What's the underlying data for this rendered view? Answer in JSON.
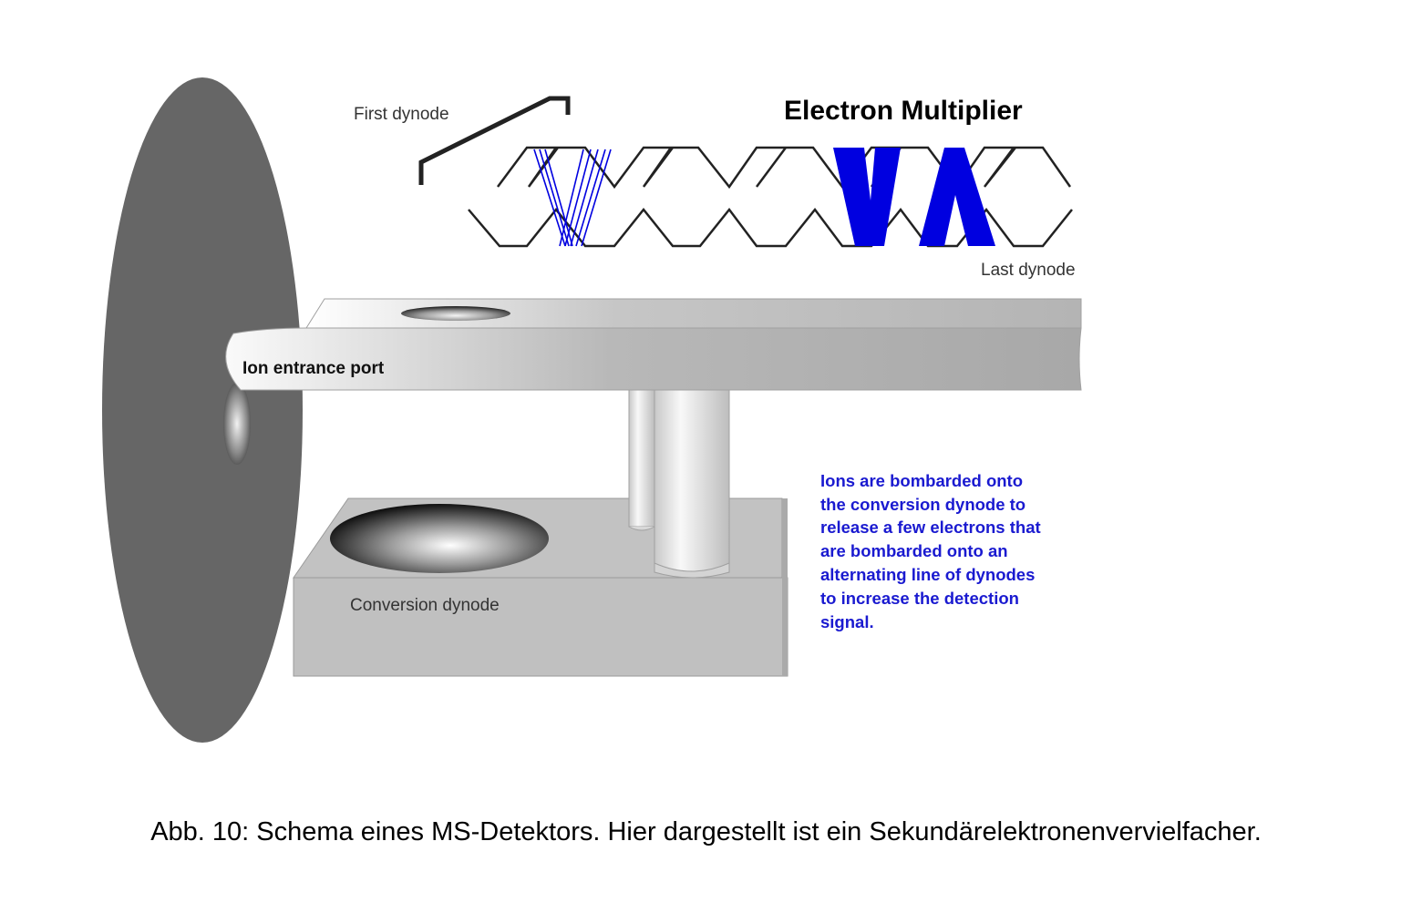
{
  "labels": {
    "title": "Electron Multiplier",
    "first_dynode": "First dynode",
    "last_dynode": "Last dynode",
    "ion_entrance_port": "Ion entrance port",
    "conversion_dynode": "Conversion dynode"
  },
  "note": {
    "lines": [
      "Ions are bombarded onto",
      "the conversion dynode to",
      "release a few electrons that",
      "are bombarded onto an",
      "alternating line of dynodes",
      "to increase the detection",
      "signal."
    ]
  },
  "caption": "Abb. 10: Schema eines MS-Detektors. Hier dargestellt ist ein Sekundärelektronenvervielfacher.",
  "colors": {
    "disk": "#666666",
    "beam": "#0000e0",
    "note_text": "#1a1ad0",
    "dynode_line": "#222222"
  }
}
